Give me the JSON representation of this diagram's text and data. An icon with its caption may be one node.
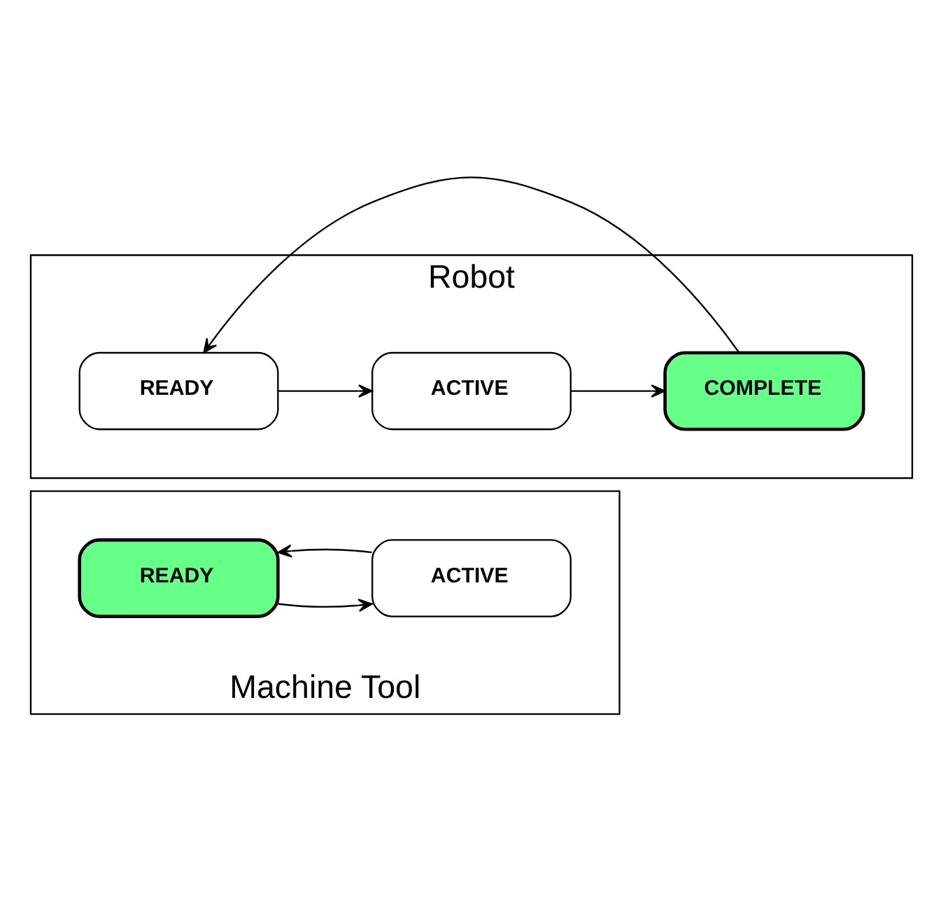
{
  "diagram": {
    "nodes": [
      {
        "text": [
          "Robot"
        ]
      },
      {
        "text": [
          "READY"
        ],
        "in": 0
      },
      {
        "text": [
          "ACTIVE"
        ],
        "in": 0
      },
      {
        "text": [
          "COMPLETE"
        ],
        "in": 0
      },
      {
        "text": [
          "Machine Tool"
        ]
      },
      {
        "text": [
          "READY"
        ],
        "in": 4
      },
      {
        "text": [
          "ACTIVE"
        ],
        "in": 4
      }
    ],
    "edges": [
      {
        "from": 1,
        "to": 2,
        "arrow": "to"
      },
      {
        "from": 2,
        "to": 3,
        "arrow": "to"
      },
      {
        "from": 3,
        "to": 1,
        "arrow": "to"
      },
      {
        "from": 5,
        "to": 6,
        "arrow": "to"
      },
      {
        "from": 6,
        "to": 5,
        "arrow": "to"
      }
    ]
  }
}
